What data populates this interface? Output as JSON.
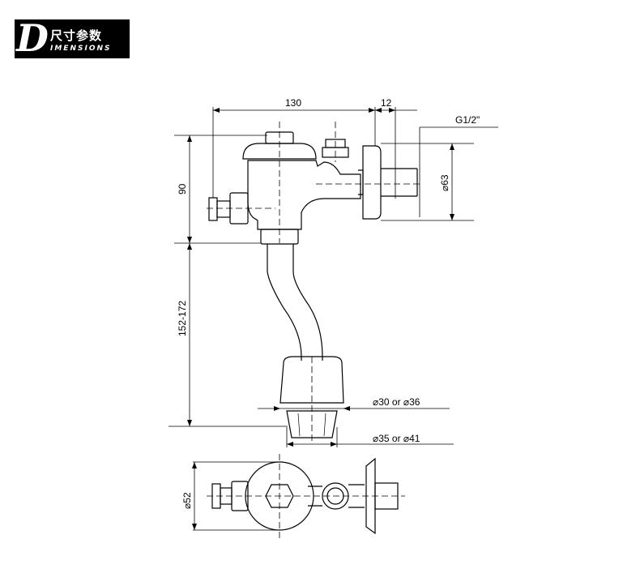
{
  "header": {
    "big_letter": "D",
    "title_cn": "尺寸参数",
    "title_en": "IMENSIONS"
  },
  "dimensions": {
    "width_total": "130",
    "width_flange": "12",
    "thread": "G1/2\"",
    "height_top": "90",
    "height_range": "152-172",
    "flange_dia": "⌀63",
    "outlet_inner": "⌀30 or ⌀36",
    "outlet_outer": "⌀35 or ⌀41",
    "body_dia": "⌀52"
  }
}
